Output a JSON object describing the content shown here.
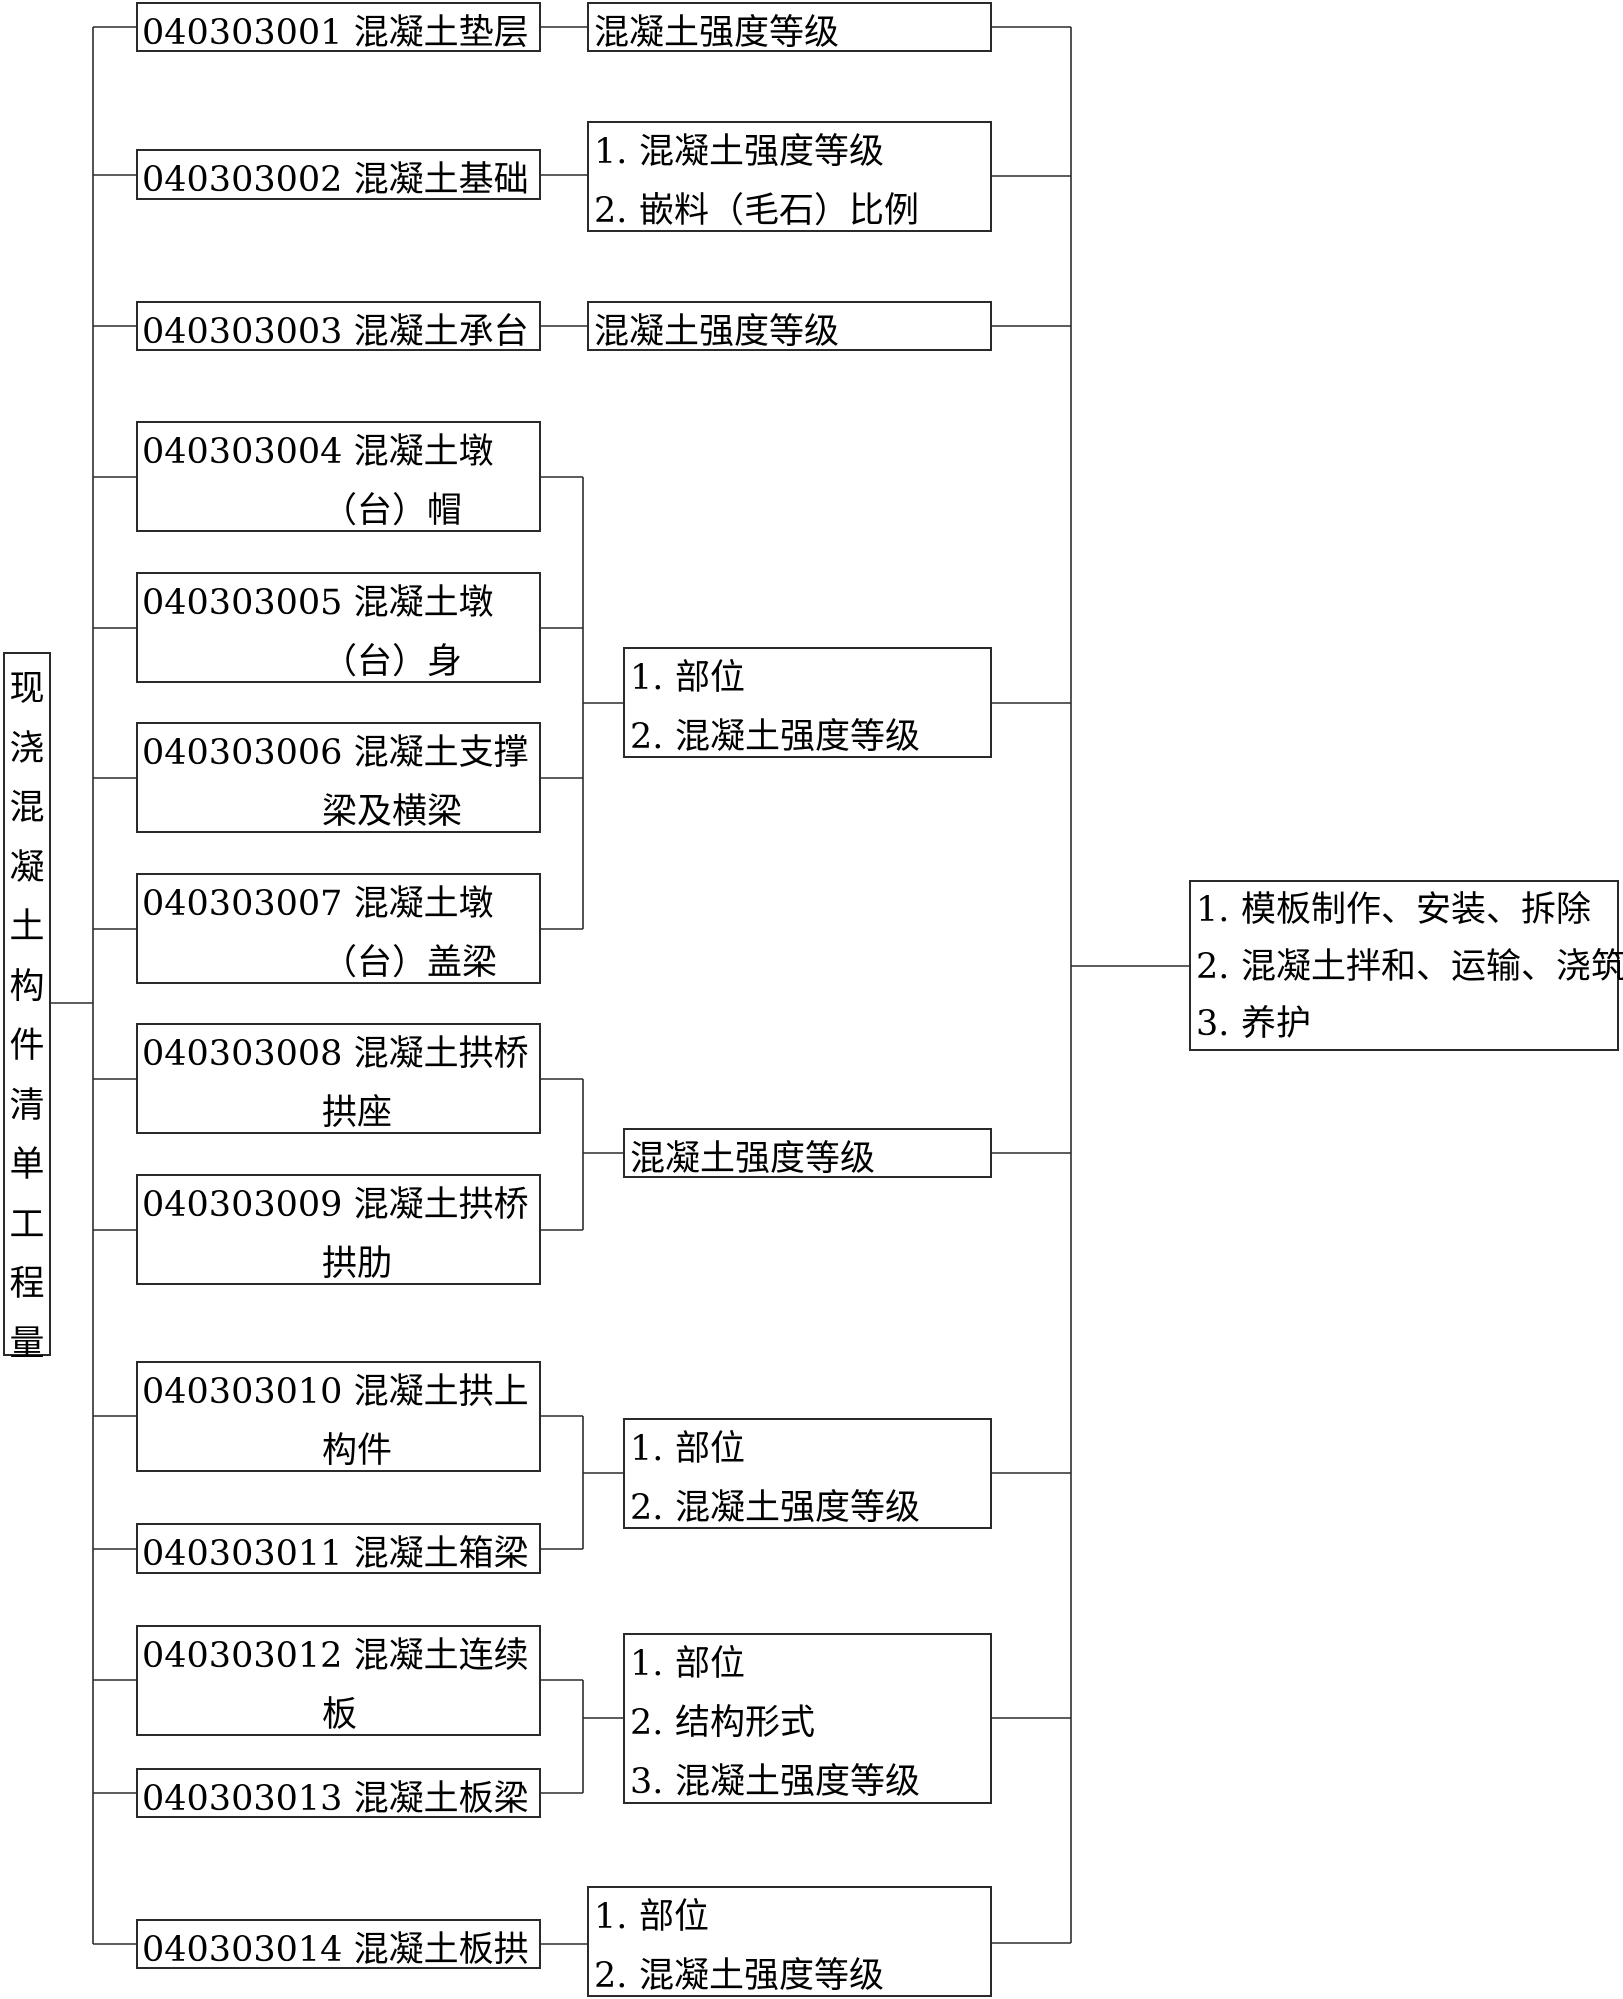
{
  "root": {
    "label": "现浇混凝土构件清单工程量"
  },
  "items": [
    {
      "code": "040303001",
      "name": "混凝土垫层",
      "line2": ""
    },
    {
      "code": "040303002",
      "name": "混凝土基础",
      "line2": ""
    },
    {
      "code": "040303003",
      "name": "混凝土承台",
      "line2": ""
    },
    {
      "code": "040303004",
      "name": "混凝土墩",
      "line2": "（台）帽"
    },
    {
      "code": "040303005",
      "name": "混凝土墩",
      "line2": "（台）身"
    },
    {
      "code": "040303006",
      "name": "混凝土支撑",
      "line2": "梁及横梁"
    },
    {
      "code": "040303007",
      "name": "混凝土墩",
      "line2": "（台）盖梁"
    },
    {
      "code": "040303008",
      "name": "混凝土拱桥",
      "line2": "拱座"
    },
    {
      "code": "040303009",
      "name": "混凝土拱桥",
      "line2": "拱肋"
    },
    {
      "code": "040303010",
      "name": "混凝土拱上",
      "line2": "构件"
    },
    {
      "code": "040303011",
      "name": "混凝土箱梁",
      "line2": ""
    },
    {
      "code": "040303012",
      "name": "混凝土连续",
      "line2": "板"
    },
    {
      "code": "040303013",
      "name": "混凝土板梁",
      "line2": ""
    },
    {
      "code": "040303014",
      "name": "混凝土板拱",
      "line2": ""
    }
  ],
  "attributes": [
    {
      "lines": [
        {
          "num": "",
          "text": "混凝土强度等级"
        }
      ]
    },
    {
      "lines": [
        {
          "num": "1.",
          "text": "混凝土强度等级"
        },
        {
          "num": "2.",
          "text": "嵌料（毛石）比例"
        }
      ]
    },
    {
      "lines": [
        {
          "num": "",
          "text": "混凝土强度等级"
        }
      ]
    },
    {
      "lines": [
        {
          "num": "1.",
          "text": "部位"
        },
        {
          "num": "2.",
          "text": "混凝土强度等级"
        }
      ]
    },
    {
      "lines": [
        {
          "num": "",
          "text": "混凝土强度等级"
        }
      ]
    },
    {
      "lines": [
        {
          "num": "1.",
          "text": "部位"
        },
        {
          "num": "2.",
          "text": "混凝土强度等级"
        }
      ]
    },
    {
      "lines": [
        {
          "num": "1.",
          "text": "部位"
        },
        {
          "num": "2.",
          "text": "结构形式"
        },
        {
          "num": "3.",
          "text": "混凝土强度等级"
        }
      ]
    },
    {
      "lines": [
        {
          "num": "1.",
          "text": "部位"
        },
        {
          "num": "2.",
          "text": "混凝土强度等级"
        }
      ]
    }
  ],
  "work": {
    "lines": [
      {
        "num": "1.",
        "text": "模板制作、安装、拆除"
      },
      {
        "num": "2.",
        "text": "混凝土拌和、运输、浇筑"
      },
      {
        "num": "3.",
        "text": "养护"
      }
    ]
  },
  "colors": {
    "line": "#2a2a2a",
    "background": "#ffffff"
  }
}
